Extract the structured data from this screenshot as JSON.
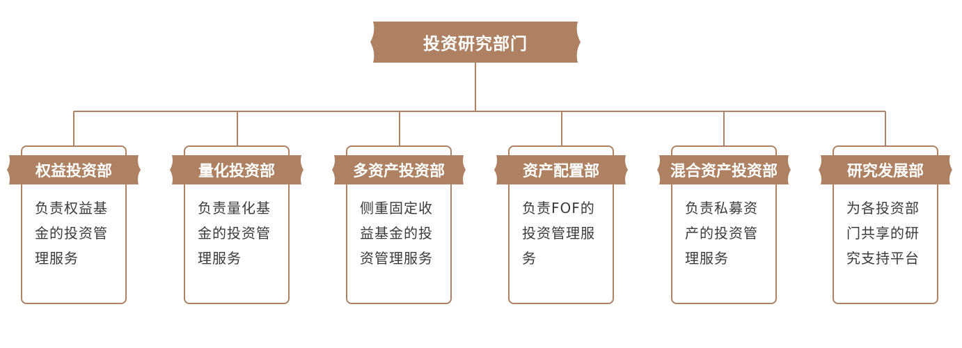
{
  "root": {
    "title": "投资研究部门"
  },
  "departments": [
    {
      "name": "权益投资部",
      "description": "负责权益基金的投资管理服务"
    },
    {
      "name": "量化投资部",
      "description": "负责量化基金的投资管理服务"
    },
    {
      "name": "多资产投资部",
      "description": "侧重固定收益基金的投资管理服务"
    },
    {
      "name": "资产配置部",
      "description": "负责FOF的投资管理服务"
    },
    {
      "name": "混合资产投资部",
      "description": "负责私募资产的投资管理服务"
    },
    {
      "name": "研究发展部",
      "description": "为各投资部门共享的研究支持平台"
    }
  ],
  "colors": {
    "accent": "#ad8161",
    "text": "#3a3a3a",
    "label_text": "#ffffff"
  }
}
